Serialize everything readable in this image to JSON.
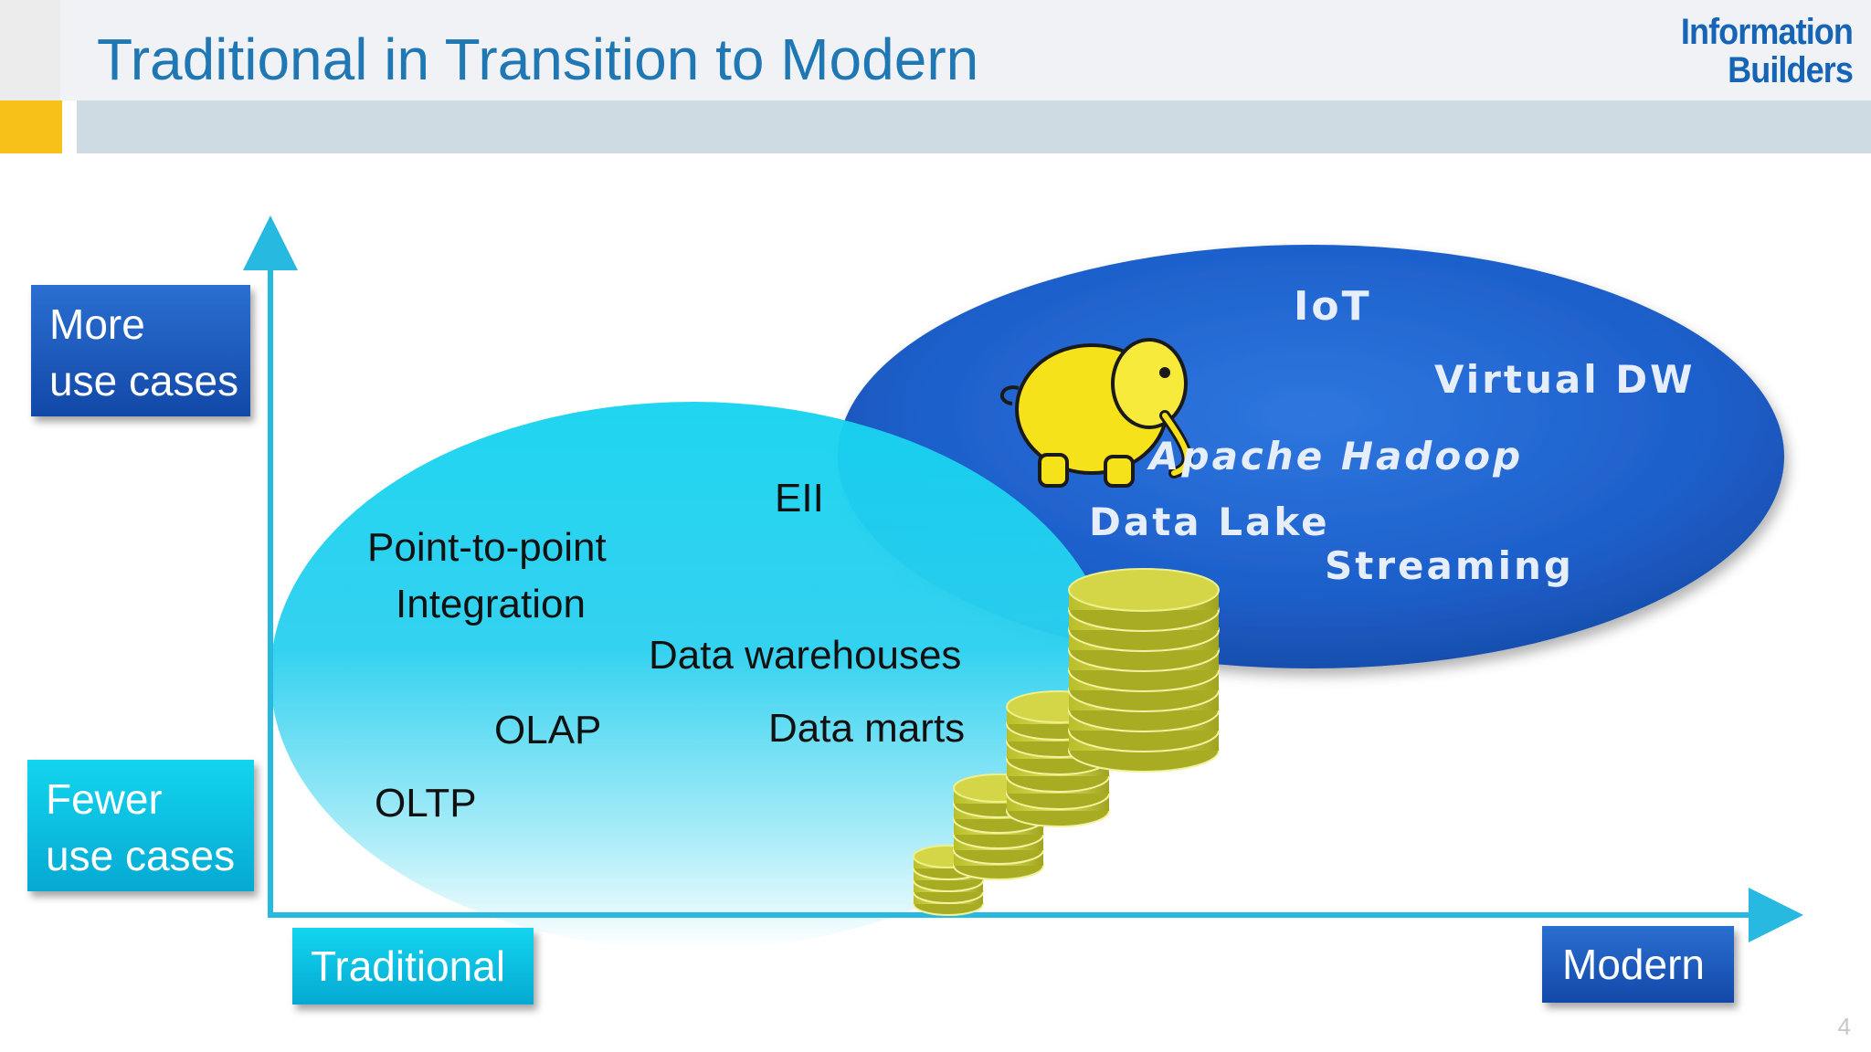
{
  "slide": {
    "title": "Traditional in Transition to Modern",
    "logo": {
      "line1": "Information",
      "line2": "Builders"
    },
    "page_number": "4"
  },
  "axes": {
    "y_top": {
      "line1": "More",
      "line2": "use cases"
    },
    "y_bottom": {
      "line1": "Fewer",
      "line2": "use cases"
    },
    "x_left": "Traditional",
    "x_right": "Modern"
  },
  "traditional_items": [
    "EII",
    "Point-to-point",
    "Integration",
    "Data warehouses",
    "OLAP",
    "Data marts",
    "OLTP"
  ],
  "modern_items": [
    "IoT",
    "Virtual DW",
    "Apache Hadoop",
    "Data Lake",
    "Streaming"
  ],
  "colors": {
    "title": "#1f77b4",
    "accent_yellow": "#f6c21a",
    "header_band": "#cfdbe2",
    "traditional_cyan": "#16d3f0",
    "modern_blue": "#1d5fcb",
    "axis": "#27b9e0",
    "coin": "#c2c43c"
  },
  "icons": {
    "hadoop": "hadoop-elephant-icon",
    "coins": "coin-stack-icon"
  }
}
